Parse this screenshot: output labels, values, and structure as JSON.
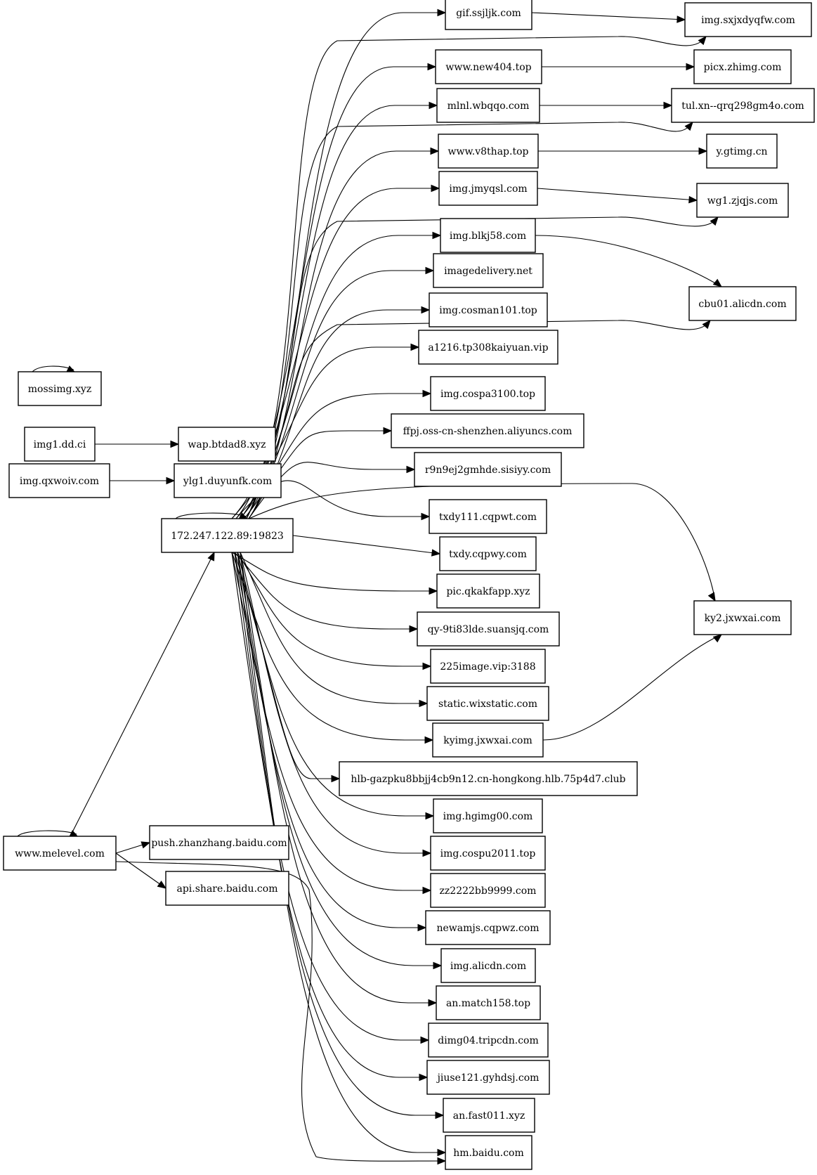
{
  "nodes": [
    {
      "id": "mossimg",
      "label": "mossimg.xyz"
    },
    {
      "id": "img1dd",
      "label": "img1.dd.ci"
    },
    {
      "id": "wapbtdad",
      "label": "wap.btdad8.xyz"
    },
    {
      "id": "qxwoiv",
      "label": "img.qxwoiv.com"
    },
    {
      "id": "ylg1",
      "label": "ylg1.duyunfk.com"
    },
    {
      "id": "ip",
      "label": "172.247.122.89:19823"
    },
    {
      "id": "melevel",
      "label": "www.melevel.com"
    },
    {
      "id": "pushbaidu",
      "label": "push.zhanzhang.baidu.com"
    },
    {
      "id": "apibaidu",
      "label": "api.share.baidu.com"
    },
    {
      "id": "gif",
      "label": "gif.ssjljk.com"
    },
    {
      "id": "new404",
      "label": "www.new404.top"
    },
    {
      "id": "mlnl",
      "label": "mlnl.wbqqo.com"
    },
    {
      "id": "v8thap",
      "label": "www.v8thap.top"
    },
    {
      "id": "jmyqsl",
      "label": "img.jmyqsl.com"
    },
    {
      "id": "blkj",
      "label": "img.blkj58.com"
    },
    {
      "id": "imagedelivery",
      "label": "imagedelivery.net"
    },
    {
      "id": "cosman",
      "label": "img.cosman101.top"
    },
    {
      "id": "a1216",
      "label": "a1216.tp308kaiyuan.vip"
    },
    {
      "id": "cospa",
      "label": "img.cospa3100.top"
    },
    {
      "id": "ffpj",
      "label": "ffpj.oss-cn-shenzhen.aliyuncs.com"
    },
    {
      "id": "r9n9",
      "label": "r9n9ej2gmhde.sisiyy.com"
    },
    {
      "id": "txdy111",
      "label": "txdy111.cqpwt.com"
    },
    {
      "id": "txdy",
      "label": "txdy.cqpwy.com"
    },
    {
      "id": "qkak",
      "label": "pic.qkakfapp.xyz"
    },
    {
      "id": "qy9",
      "label": "qy-9ti83lde.suansjq.com"
    },
    {
      "id": "img225",
      "label": "225image.vip:3188"
    },
    {
      "id": "wix",
      "label": "static.wixstatic.com"
    },
    {
      "id": "kyimg",
      "label": "kyimg.jxwxai.com"
    },
    {
      "id": "hlb",
      "label": "hlb-gazpku8bbjj4cb9n12.cn-hongkong.hlb.75p4d7.club"
    },
    {
      "id": "hgimg",
      "label": "img.hgimg00.com"
    },
    {
      "id": "cospu",
      "label": "img.cospu2011.top"
    },
    {
      "id": "zz2222",
      "label": "zz2222bb9999.com"
    },
    {
      "id": "newamjs",
      "label": "newamjs.cqpwz.com"
    },
    {
      "id": "alicdnimg",
      "label": "img.alicdn.com"
    },
    {
      "id": "anmatch",
      "label": "an.match158.top"
    },
    {
      "id": "dimg04",
      "label": "dimg04.tripcdn.com"
    },
    {
      "id": "jiuse",
      "label": "jiuse121.gyhdsj.com"
    },
    {
      "id": "anfast",
      "label": "an.fast011.xyz"
    },
    {
      "id": "hmbaidu",
      "label": "hm.baidu.com"
    },
    {
      "id": "sxjx",
      "label": "img.sxjxdyqfw.com"
    },
    {
      "id": "picx",
      "label": "picx.zhimg.com"
    },
    {
      "id": "tul",
      "label": "tul.xn--qrq298gm4o.com"
    },
    {
      "id": "ygtimg",
      "label": "y.gtimg.cn"
    },
    {
      "id": "wg1",
      "label": "wg1.zjqjs.com"
    },
    {
      "id": "cbu01",
      "label": "cbu01.alicdn.com"
    },
    {
      "id": "ky2",
      "label": "ky2.jxwxai.com"
    }
  ],
  "edges": [
    {
      "from": "mossimg",
      "to": "mossimg"
    },
    {
      "from": "img1dd",
      "to": "wapbtdad"
    },
    {
      "from": "qxwoiv",
      "to": "ylg1"
    },
    {
      "from": "ip",
      "to": "ip"
    },
    {
      "from": "melevel",
      "to": "melevel"
    },
    {
      "from": "melevel",
      "to": "ip"
    },
    {
      "from": "melevel",
      "to": "pushbaidu"
    },
    {
      "from": "melevel",
      "to": "apibaidu"
    },
    {
      "from": "melevel",
      "to": "hmbaidu"
    },
    {
      "from": "ip",
      "to": "gif"
    },
    {
      "from": "ip",
      "to": "sxjx"
    },
    {
      "from": "ip",
      "to": "new404"
    },
    {
      "from": "ip",
      "to": "mlnl"
    },
    {
      "from": "ip",
      "to": "tul"
    },
    {
      "from": "ip",
      "to": "v8thap"
    },
    {
      "from": "ip",
      "to": "jmyqsl"
    },
    {
      "from": "ip",
      "to": "wg1"
    },
    {
      "from": "ip",
      "to": "blkj"
    },
    {
      "from": "ip",
      "to": "imagedelivery"
    },
    {
      "from": "ip",
      "to": "cosman"
    },
    {
      "from": "ip",
      "to": "a1216"
    },
    {
      "from": "ip",
      "to": "cbu01"
    },
    {
      "from": "ip",
      "to": "cospa"
    },
    {
      "from": "ip",
      "to": "ffpj"
    },
    {
      "from": "ip",
      "to": "r9n9"
    },
    {
      "from": "ip",
      "to": "ky2"
    },
    {
      "from": "ip",
      "to": "txdy111"
    },
    {
      "from": "ip",
      "to": "txdy"
    },
    {
      "from": "ip",
      "to": "qkak"
    },
    {
      "from": "ip",
      "to": "qy9"
    },
    {
      "from": "ip",
      "to": "img225"
    },
    {
      "from": "ip",
      "to": "wix"
    },
    {
      "from": "ip",
      "to": "kyimg"
    },
    {
      "from": "ip",
      "to": "hlb"
    },
    {
      "from": "ip",
      "to": "hgimg"
    },
    {
      "from": "ip",
      "to": "cospu"
    },
    {
      "from": "ip",
      "to": "zz2222"
    },
    {
      "from": "ip",
      "to": "newamjs"
    },
    {
      "from": "ip",
      "to": "alicdnimg"
    },
    {
      "from": "ip",
      "to": "anmatch"
    },
    {
      "from": "ip",
      "to": "dimg04"
    },
    {
      "from": "ip",
      "to": "jiuse"
    },
    {
      "from": "ip",
      "to": "anfast"
    },
    {
      "from": "ip",
      "to": "hmbaidu"
    },
    {
      "from": "gif",
      "to": "sxjx"
    },
    {
      "from": "new404",
      "to": "picx"
    },
    {
      "from": "mlnl",
      "to": "tul"
    },
    {
      "from": "v8thap",
      "to": "ygtimg"
    },
    {
      "from": "jmyqsl",
      "to": "wg1"
    },
    {
      "from": "blkj",
      "to": "cbu01"
    },
    {
      "from": "kyimg",
      "to": "ky2"
    }
  ]
}
